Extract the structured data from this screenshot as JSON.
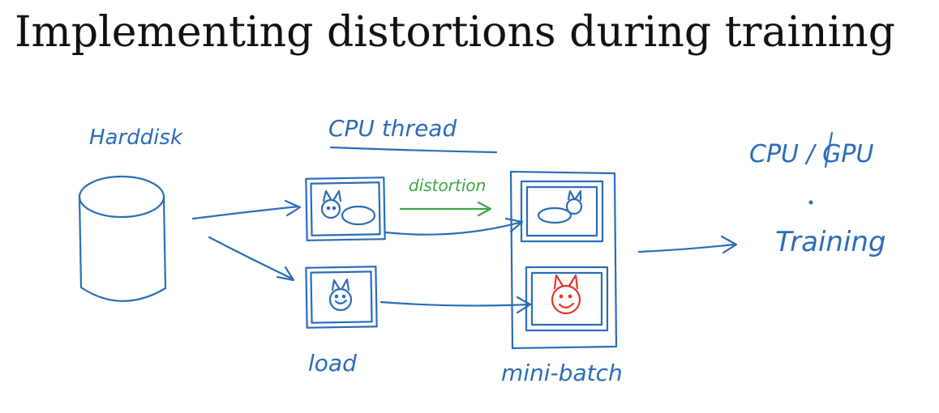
{
  "slide": {
    "title": "Implementing distortions during training"
  },
  "diagram": {
    "labels": {
      "hard_disk": "Harddisk",
      "cpu_thread": "CPU thread",
      "cpu_gpu": "CPU / GPU",
      "distortion": "distortion",
      "training": "Training",
      "load": "load",
      "mini_batch": "mini-batch"
    },
    "colors": {
      "ink": "#2b6cb8",
      "distortion": "#3aa844",
      "highlight": "#e0352b",
      "title": "#111111"
    },
    "icons": {
      "storage": "cylinder-icon",
      "image": "cat-image-icon"
    }
  }
}
